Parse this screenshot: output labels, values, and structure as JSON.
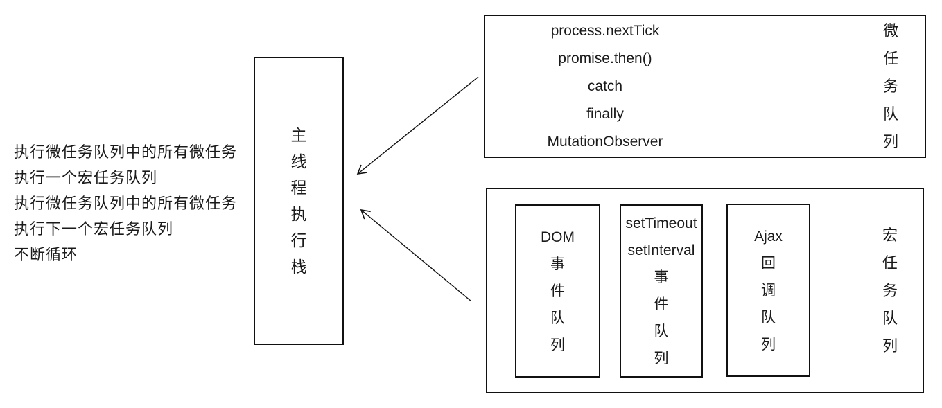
{
  "left_notes": {
    "lines": [
      "执行微任务队列中的所有微任务",
      "执行一个宏任务队列",
      "执行微任务队列中的所有微任务",
      "执行下一个宏任务队列",
      "不断循环"
    ]
  },
  "main_stack": {
    "label": "主线程执行栈"
  },
  "microtask_box": {
    "items": [
      "process.nextTick",
      "promise.then()",
      "catch",
      "finally",
      "MutationObserver"
    ],
    "label": "微任务队列"
  },
  "macrotask_box": {
    "label": "宏任务队列",
    "queues": [
      {
        "name": "dom-event-queue",
        "lines": [
          "DOM",
          "事",
          "件",
          "队",
          "列"
        ]
      },
      {
        "name": "timer-event-queue",
        "lines": [
          "setTimeout",
          "setInterval",
          "事",
          "件",
          "队",
          "列"
        ]
      },
      {
        "name": "ajax-callback-queue",
        "lines": [
          "Ajax",
          "回",
          "调",
          "队",
          "列"
        ]
      }
    ]
  },
  "colors": {
    "background": "#ffffff",
    "line": "#111111",
    "text": "#1a1a1a"
  }
}
